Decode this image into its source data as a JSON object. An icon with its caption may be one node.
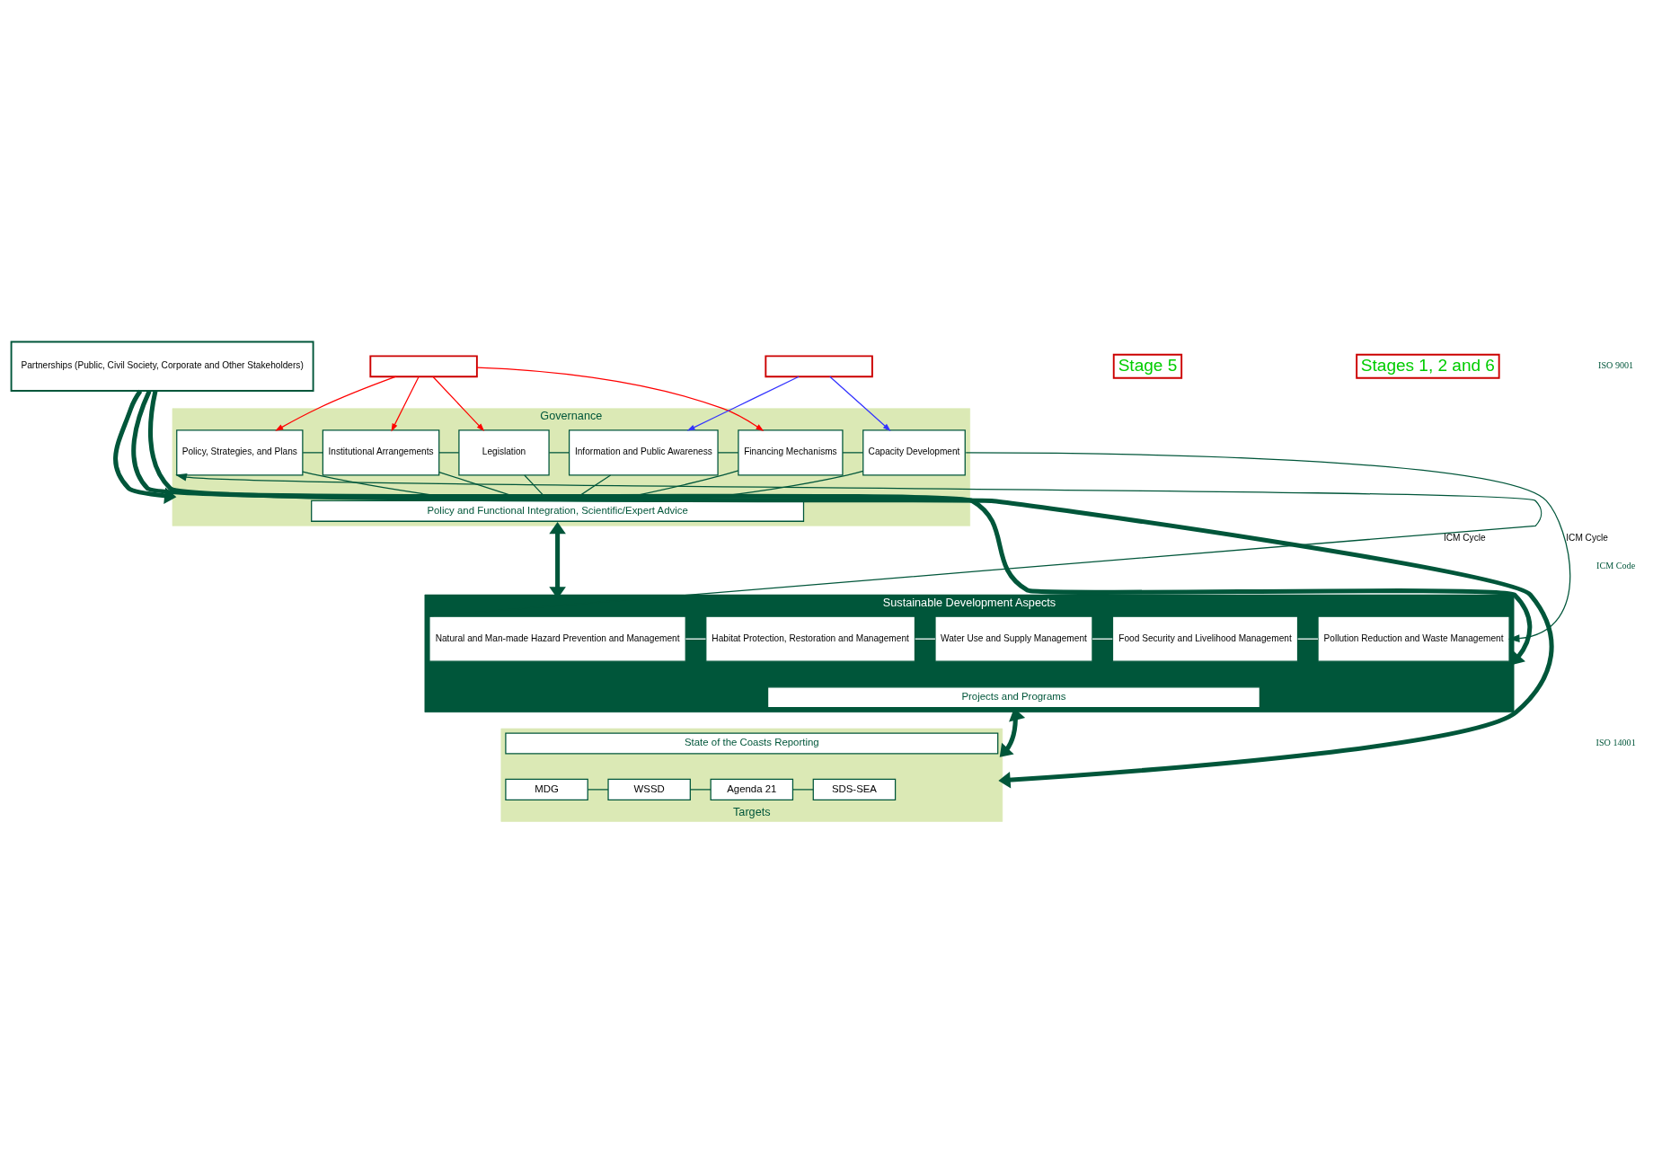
{
  "diagram": {
    "nodes": [
      {
        "text": [
          "Governance"
        ]
      },
      {
        "text": [
          "Policy, Strategies, and Plans"
        ],
        "in": 0
      },
      {
        "text": [
          "Institutional Arrangements"
        ],
        "in": 0
      },
      {
        "text": [
          "Legislation"
        ],
        "in": 0
      },
      {
        "text": [
          "Information and Public Awareness"
        ],
        "in": 0
      },
      {
        "text": [
          "Financing Mechanisms"
        ],
        "in": 0
      },
      {
        "text": [
          "Capacity Development"
        ],
        "in": 0
      },
      {
        "text": [
          "Policy and Functional Integration, Scientific/Expert Advice"
        ],
        "in": 0
      },
      {
        "text": [
          "Sustainable Development Aspects"
        ]
      },
      {
        "text": [
          "Natural and Man-made Hazard Prevention and Management"
        ],
        "in": 8
      },
      {
        "text": [
          "Habitat Protection, Restoration and Management"
        ],
        "in": 8
      },
      {
        "text": [
          "Water Use and Supply Management"
        ],
        "in": 8
      },
      {
        "text": [
          "Food Security and Livelihood Management"
        ],
        "in": 8
      },
      {
        "text": [
          "Pollution Reduction and Waste Management"
        ],
        "in": 8
      },
      {
        "text": [
          "Projects and Programs"
        ],
        "in": 8
      },
      {
        "text": [
          "Targets"
        ]
      },
      {
        "text": [
          "State of the Coasts Reporting"
        ],
        "in": 15
      },
      {
        "text": [
          "MDG"
        ],
        "in": 15
      },
      {
        "text": [
          "WSSD"
        ],
        "in": 15
      },
      {
        "text": [
          "Agenda 21"
        ],
        "in": 15
      },
      {
        "text": [
          "SDS-SEA"
        ],
        "in": 15
      },
      {
        "text": [
          "Stage 5"
        ]
      },
      {
        "text": [
          "Stages 1, 2 and 6"
        ]
      },
      {
        "text": [],
        "shape": "box"
      },
      {
        "text": [],
        "shape": "box"
      },
      {
        "text": [
          "Partnerships (Public, Civil Society, Corporate and Other Stakeholders)"
        ]
      }
    ],
    "edges": [
      {
        "from": 23,
        "to": 1,
        "arrow": "to",
        "color": "#ff0000"
      },
      {
        "from": 23,
        "to": 2,
        "arrow": "to",
        "color": "#ff0000"
      },
      {
        "from": 23,
        "to": 3,
        "arrow": "to",
        "color": "#ff0000"
      },
      {
        "from": 23,
        "to": 5,
        "arrow": "to",
        "color": "#ff0000"
      },
      {
        "from": 24,
        "to": 4,
        "arrow": "to",
        "color": "#3333ff"
      },
      {
        "from": 24,
        "to": 6,
        "arrow": "to",
        "color": "#3333ff"
      },
      {
        "from": 1,
        "to": 2,
        "arrow": "none"
      },
      {
        "from": 2,
        "to": 3,
        "arrow": "none"
      },
      {
        "from": 3,
        "to": 4,
        "arrow": "none"
      },
      {
        "from": 4,
        "to": 5,
        "arrow": "none"
      },
      {
        "from": 5,
        "to": 6,
        "arrow": "none"
      },
      {
        "from": 1,
        "to": 7,
        "arrow": "none"
      },
      {
        "from": 2,
        "to": 7,
        "arrow": "none"
      },
      {
        "from": 3,
        "to": 7,
        "arrow": "none"
      },
      {
        "from": 4,
        "to": 7,
        "arrow": "none"
      },
      {
        "from": 5,
        "to": 7,
        "arrow": "none"
      },
      {
        "from": 6,
        "to": 7,
        "arrow": "none"
      },
      {
        "from": 0,
        "to": 8,
        "arrow": "both",
        "style": "thick"
      },
      {
        "from": 8,
        "to": 0,
        "arrow": "to",
        "label": "ICM Cycle"
      },
      {
        "from": 0,
        "to": 8,
        "arrow": "to",
        "label": "ICM Cycle"
      },
      {
        "from": 9,
        "to": 10,
        "arrow": "none",
        "color": "#ffffff"
      },
      {
        "from": 10,
        "to": 11,
        "arrow": "none",
        "color": "#ffffff"
      },
      {
        "from": 11,
        "to": 12,
        "arrow": "none",
        "color": "#ffffff"
      },
      {
        "from": 12,
        "to": 13,
        "arrow": "none",
        "color": "#ffffff"
      },
      {
        "from": 8,
        "to": 15,
        "arrow": "both",
        "style": "thick"
      },
      {
        "from": 17,
        "to": 18,
        "arrow": "none"
      },
      {
        "from": 18,
        "to": 19,
        "arrow": "none"
      },
      {
        "from": 19,
        "to": 20,
        "arrow": "none"
      },
      {
        "from": 25,
        "to": 0,
        "arrow": "to",
        "style": "thick"
      },
      {
        "from": 25,
        "to": 8,
        "arrow": "to",
        "style": "thick"
      },
      {
        "from": 25,
        "to": 15,
        "arrow": "to",
        "style": "thick"
      }
    ],
    "labels": [
      "ISO 9001",
      "ICM Code",
      "ISO 14001"
    ]
  }
}
